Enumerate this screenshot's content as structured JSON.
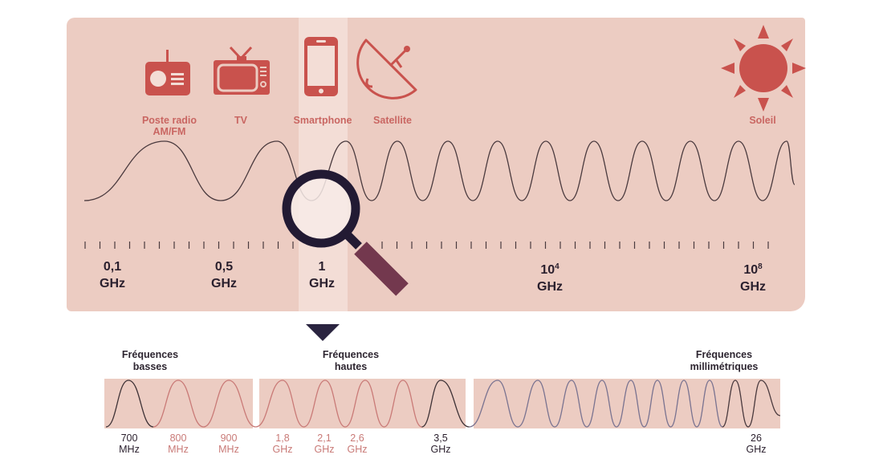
{
  "colors": {
    "panel_bg": "#ecccc2",
    "highlight_band": "#f3ddd6",
    "icon_red": "#c9524d",
    "label_red": "#c96662",
    "dark_text": "#2a1f2d",
    "wave_dark": "#4a3a3e",
    "wave_red": "#c97a77",
    "wave_blue": "#7a7390",
    "magnifier_ring": "#221a33",
    "magnifier_handle": "#73384e",
    "pointer_triangle": "#2a2440"
  },
  "top_panel": {
    "icons": [
      {
        "id": "radio",
        "icon": "radio-icon",
        "label_line1": "Poste radio",
        "label_line2": "AM/FM"
      },
      {
        "id": "tv",
        "icon": "tv-icon",
        "label_line1": "TV",
        "label_line2": ""
      },
      {
        "id": "smartphone",
        "icon": "smartphone-icon",
        "label_line1": "Smartphone",
        "label_line2": ""
      },
      {
        "id": "satellite",
        "icon": "satellite-dish-icon",
        "label_line1": "Satellite",
        "label_line2": ""
      },
      {
        "id": "sun",
        "icon": "sun-icon",
        "label_line1": "Soleil",
        "label_line2": ""
      }
    ],
    "axis_labels": [
      {
        "value": "0,1",
        "unit": "GHz"
      },
      {
        "value": "0,5",
        "unit": "GHz"
      },
      {
        "value": "1",
        "unit": "GHz"
      },
      {
        "value_base": "10",
        "value_exp": "4",
        "unit": "GHz"
      },
      {
        "value_base": "10",
        "value_exp": "8",
        "unit": "GHz"
      }
    ],
    "magnifier": "magnifier-icon"
  },
  "bottom_strip": {
    "band_titles": [
      {
        "line1": "Fréquences",
        "line2": "basses"
      },
      {
        "line1": "Fréquences",
        "line2": "hautes"
      },
      {
        "line1": "Fréquences",
        "line2": "millimétriques"
      }
    ],
    "frequencies": [
      {
        "value": "700",
        "unit": "MHz",
        "tone": "dark"
      },
      {
        "value": "800",
        "unit": "MHz",
        "tone": "red"
      },
      {
        "value": "900",
        "unit": "MHz",
        "tone": "red"
      },
      {
        "value": "1,8",
        "unit": "GHz",
        "tone": "red"
      },
      {
        "value": "2,1",
        "unit": "GHz",
        "tone": "red"
      },
      {
        "value": "2,6",
        "unit": "GHz",
        "tone": "red"
      },
      {
        "value": "3,5",
        "unit": "GHz",
        "tone": "dark"
      },
      {
        "value": "26",
        "unit": "GHz",
        "tone": "dark"
      }
    ]
  }
}
